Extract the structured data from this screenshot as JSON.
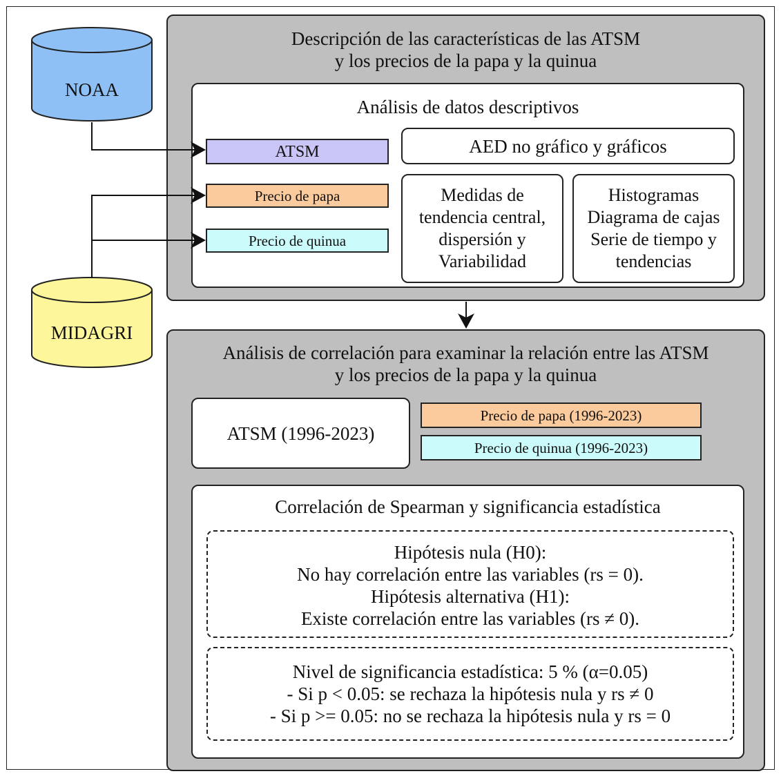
{
  "sources": {
    "noaa": "NOAA",
    "midagri": "MIDAGRI"
  },
  "colors": {
    "noaa_fill": "#8ec0f5",
    "midagri_fill": "#fdf69a",
    "atsm_fill": "#c9c5f7",
    "papa_fill": "#fccb9d",
    "quinua_fill": "#ccfbfb",
    "panel_fill": "#bfbfbf"
  },
  "top_section": {
    "title_line1": "Descripción de las características de las ATSM",
    "title_line2": "y los precios de la papa y la quinua",
    "inner_title": "Análisis de datos descriptivos",
    "label_atsm": "ATSM",
    "label_papa": "Precio de papa",
    "label_quinua": "Precio de quinua",
    "aed_title": "AED no gráfico y gráficos",
    "measures": [
      "Medidas de",
      "tendencia central,",
      "dispersión y",
      "Variabilidad"
    ],
    "graphics": [
      "Histogramas",
      "Diagrama de cajas",
      "Serie de tiempo y",
      "tendencias"
    ]
  },
  "bottom_section": {
    "title_line1": "Análisis de correlación para examinar la relación entre las ATSM",
    "title_line2": "y los precios de la papa y la quinua",
    "atsm_period": "ATSM (1996-2023)",
    "papa_period": "Precio de papa (1996-2023)",
    "quinua_period": "Precio de quinua (1996-2023)",
    "spearman_title": "Correlación de Spearman y significancia estadística",
    "hypotheses": [
      "Hipótesis nula (H0):",
      "No hay correlación entre las variables (rs = 0).",
      "Hipótesis alternativa (H1):",
      "Existe correlación entre las variables (rs ≠ 0)."
    ],
    "significance": [
      "Nivel de significancia estadística: 5 % (α=0.05)",
      "- Si p < 0.05: se rechaza la hipótesis nula y rs ≠ 0",
      "- Si p >= 0.05: no se rechaza la hipótesis nula y rs = 0"
    ]
  }
}
